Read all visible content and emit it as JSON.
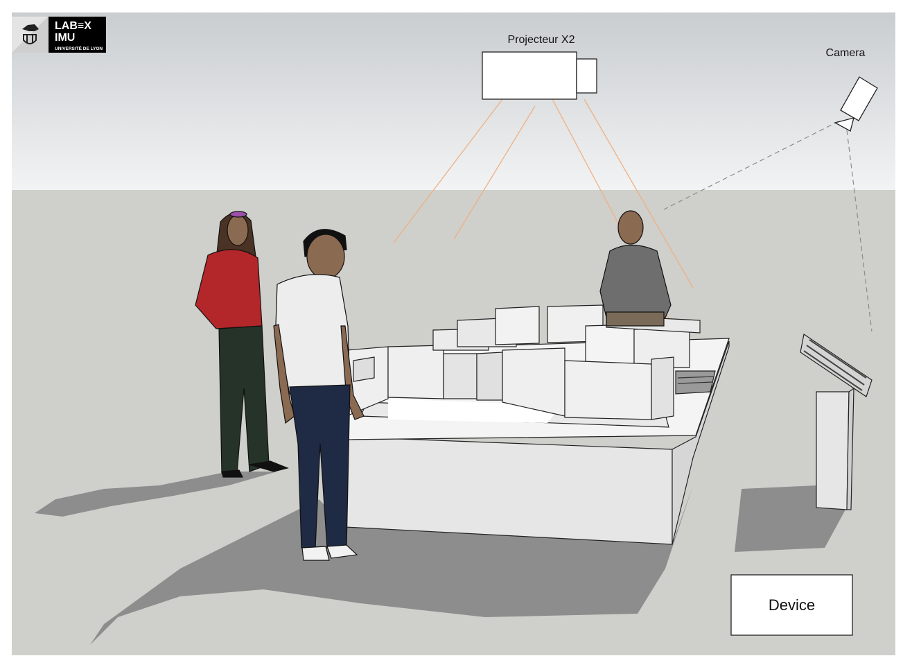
{
  "logo": {
    "line1": "LAB≡X",
    "line2": "IMU",
    "line3": "UNIVERSITÉ DE LYON"
  },
  "labels": {
    "projector": "Projecteur X2",
    "camera": "Camera",
    "device": "Device"
  },
  "colors": {
    "sky_top": "#c9cdd0",
    "sky_bottom": "#f2f3f4",
    "ground": "#cfcfcb",
    "shadow": "#8c8c8c",
    "projector_beam": "#f0b083",
    "camera_line": "#8a8a8a",
    "jacket_red": "#b3262a",
    "pants_dark": "#263328",
    "jeans_navy": "#1f2a44",
    "sweater_gray": "#6e6e6e"
  },
  "icons": [
    "lion-crest-icon",
    "projector-icon",
    "camera-icon"
  ]
}
